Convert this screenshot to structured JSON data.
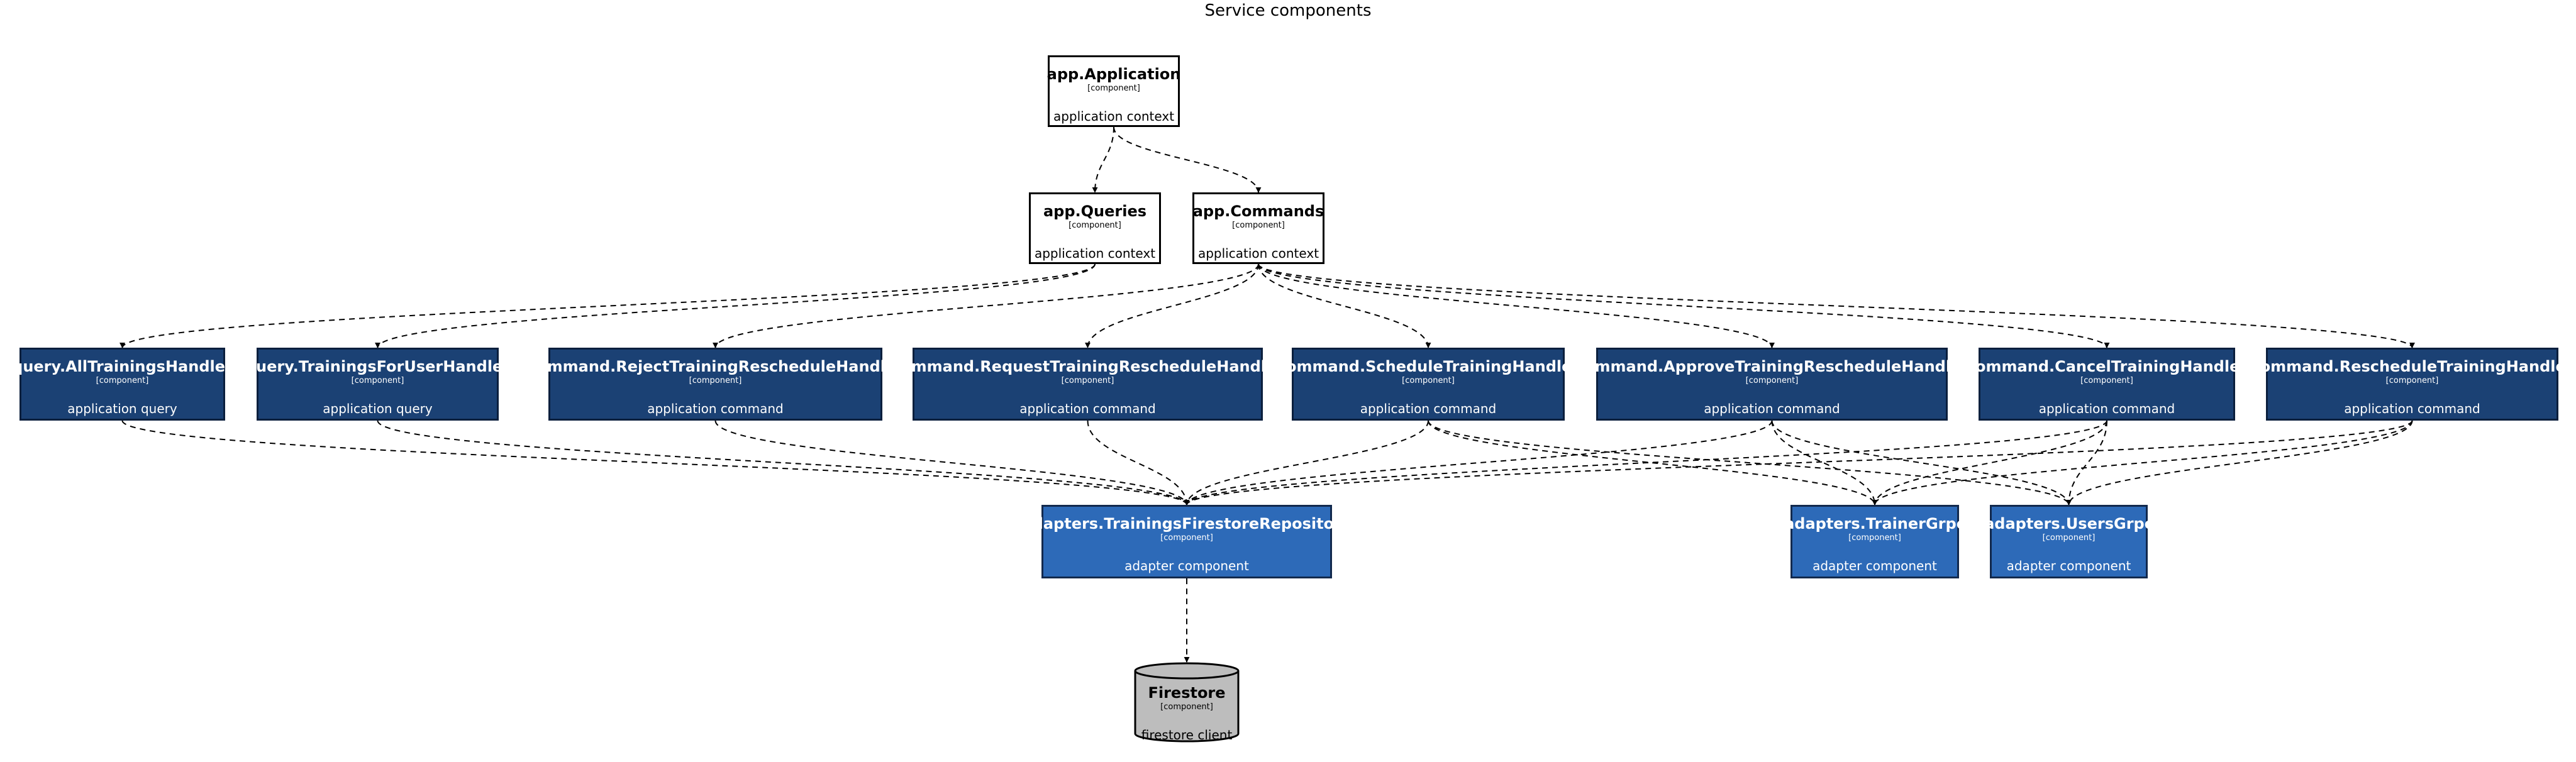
{
  "title": "Service components",
  "nodes": {
    "application": {
      "name": "app.Application",
      "kind": "[component]",
      "desc": "application context"
    },
    "queries": {
      "name": "app.Queries",
      "kind": "[component]",
      "desc": "application context"
    },
    "commands": {
      "name": "app.Commands",
      "kind": "[component]",
      "desc": "application context"
    },
    "all_trainings": {
      "name": "query.AllTrainingsHandler",
      "kind": "[component]",
      "desc": "application query"
    },
    "trainings_for_user": {
      "name": "query.TrainingsForUserHandler",
      "kind": "[component]",
      "desc": "application query"
    },
    "reject_reschedule": {
      "name": "command.RejectTrainingRescheduleHandler",
      "kind": "[component]",
      "desc": "application command"
    },
    "request_reschedule": {
      "name": "command.RequestTrainingRescheduleHandler",
      "kind": "[component]",
      "desc": "application command"
    },
    "schedule": {
      "name": "command.ScheduleTrainingHandler",
      "kind": "[component]",
      "desc": "application command"
    },
    "approve_reschedule": {
      "name": "command.ApproveTrainingRescheduleHandler",
      "kind": "[component]",
      "desc": "application command"
    },
    "cancel": {
      "name": "command.CancelTrainingHandler",
      "kind": "[component]",
      "desc": "application command"
    },
    "reschedule": {
      "name": "command.RescheduleTrainingHandler",
      "kind": "[component]",
      "desc": "application command"
    },
    "firestore_repo": {
      "name": "adapters.TrainingsFirestoreRepository",
      "kind": "[component]",
      "desc": "adapter component"
    },
    "trainer_grpc": {
      "name": "adapters.TrainerGrpc",
      "kind": "[component]",
      "desc": "adapter component"
    },
    "users_grpc": {
      "name": "adapters.UsersGrpc",
      "kind": "[component]",
      "desc": "adapter component"
    },
    "firestore": {
      "name": "Firestore",
      "kind": "[component]",
      "desc": "firestore client"
    }
  },
  "edges": [
    [
      "application",
      "queries"
    ],
    [
      "application",
      "commands"
    ],
    [
      "queries",
      "all_trainings"
    ],
    [
      "queries",
      "trainings_for_user"
    ],
    [
      "commands",
      "reject_reschedule"
    ],
    [
      "commands",
      "request_reschedule"
    ],
    [
      "commands",
      "schedule"
    ],
    [
      "commands",
      "approve_reschedule"
    ],
    [
      "commands",
      "cancel"
    ],
    [
      "commands",
      "reschedule"
    ],
    [
      "all_trainings",
      "firestore_repo"
    ],
    [
      "trainings_for_user",
      "firestore_repo"
    ],
    [
      "reject_reschedule",
      "firestore_repo"
    ],
    [
      "request_reschedule",
      "firestore_repo"
    ],
    [
      "schedule",
      "firestore_repo"
    ],
    [
      "schedule",
      "trainer_grpc"
    ],
    [
      "schedule",
      "users_grpc"
    ],
    [
      "approve_reschedule",
      "firestore_repo"
    ],
    [
      "approve_reschedule",
      "trainer_grpc"
    ],
    [
      "approve_reschedule",
      "users_grpc"
    ],
    [
      "cancel",
      "firestore_repo"
    ],
    [
      "cancel",
      "trainer_grpc"
    ],
    [
      "cancel",
      "users_grpc"
    ],
    [
      "reschedule",
      "firestore_repo"
    ],
    [
      "reschedule",
      "trainer_grpc"
    ],
    [
      "reschedule",
      "users_grpc"
    ],
    [
      "firestore_repo",
      "firestore"
    ]
  ]
}
